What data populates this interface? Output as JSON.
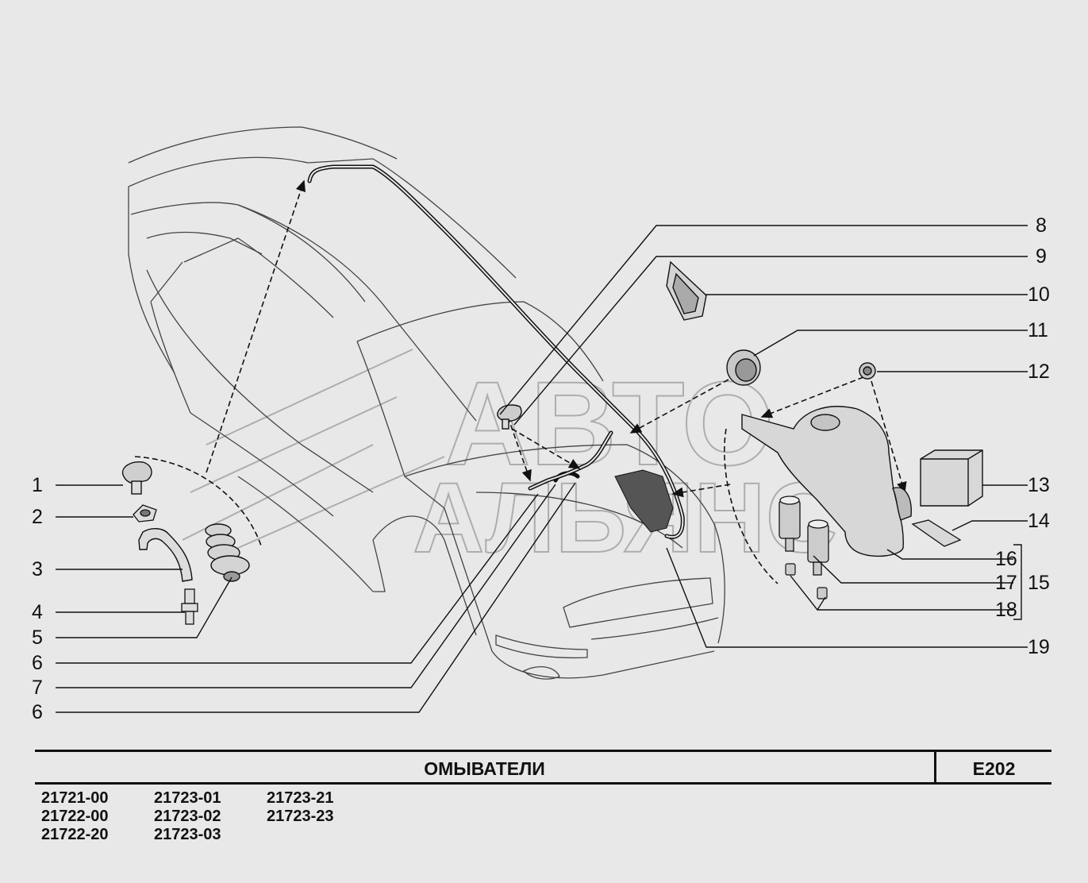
{
  "diagram": {
    "callouts": [
      {
        "id": "c1",
        "label": "1"
      },
      {
        "id": "c2",
        "label": "2"
      },
      {
        "id": "c3",
        "label": "3"
      },
      {
        "id": "c4",
        "label": "4"
      },
      {
        "id": "c5",
        "label": "5"
      },
      {
        "id": "c6a",
        "label": "6"
      },
      {
        "id": "c7",
        "label": "7"
      },
      {
        "id": "c6b",
        "label": "6"
      },
      {
        "id": "c8",
        "label": "8"
      },
      {
        "id": "c9",
        "label": "9"
      },
      {
        "id": "c10",
        "label": "10"
      },
      {
        "id": "c11",
        "label": "11"
      },
      {
        "id": "c12",
        "label": "12"
      },
      {
        "id": "c13",
        "label": "13"
      },
      {
        "id": "c14",
        "label": "14"
      },
      {
        "id": "c16",
        "label": "16"
      },
      {
        "id": "c17",
        "label": "17"
      },
      {
        "id": "c18",
        "label": "18"
      },
      {
        "id": "c15",
        "label": "15"
      },
      {
        "id": "c19",
        "label": "19"
      }
    ],
    "watermark": "АВТО АЛЬЯНС",
    "colors": {
      "line": "#111111",
      "background": "#e8e8e8",
      "watermark": "#9a9a9a"
    }
  },
  "title_block": {
    "title": "ОМЫВАТЕЛИ",
    "code": "E202"
  },
  "models": [
    "21721-00",
    "21723-01",
    "21723-21",
    "21722-00",
    "21723-02",
    "21723-23",
    "21722-20",
    "21723-03"
  ]
}
